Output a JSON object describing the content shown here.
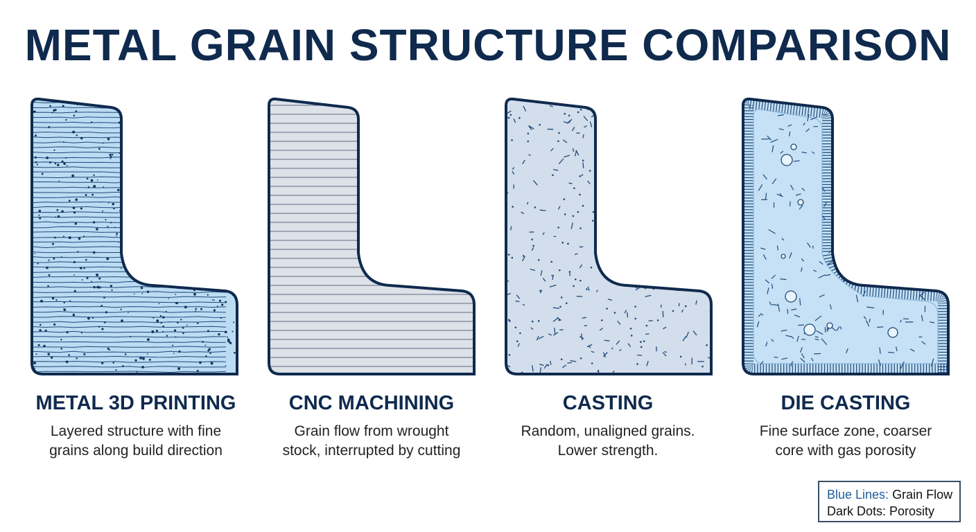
{
  "title": "METAL GRAIN STRUCTURE COMPARISON",
  "panels": [
    {
      "title": "METAL 3D PRINTING",
      "line1": "Layered structure with fine",
      "line2": "grains along build direction",
      "pattern": "layered-lines-dots",
      "fill": "#bcdcf3"
    },
    {
      "title": "CNC MACHINING",
      "line1": "Grain flow from wrought",
      "line2": "stock, interrupted by cutting",
      "pattern": "straight-lines",
      "fill": "#dde1e8"
    },
    {
      "title": "CASTING",
      "line1": "Random, unaligned grains.",
      "line2": "Lower strength.",
      "pattern": "random-grains",
      "fill": "#d3deec"
    },
    {
      "title": "DIE CASTING",
      "line1": "Fine surface zone, coarser",
      "line2": "core with gas porosity",
      "pattern": "surface-zone-pores",
      "fill": "#c6e0f5"
    }
  ],
  "legend": {
    "blue_key": "Blue Lines:",
    "blue_value": " Grain Flow",
    "dark_key": "Dark Dots:",
    "dark_value": " Porosity"
  },
  "colors": {
    "outline": "#0f2a4d",
    "title": "#0f2a4d",
    "accent": "#1f5e99"
  }
}
